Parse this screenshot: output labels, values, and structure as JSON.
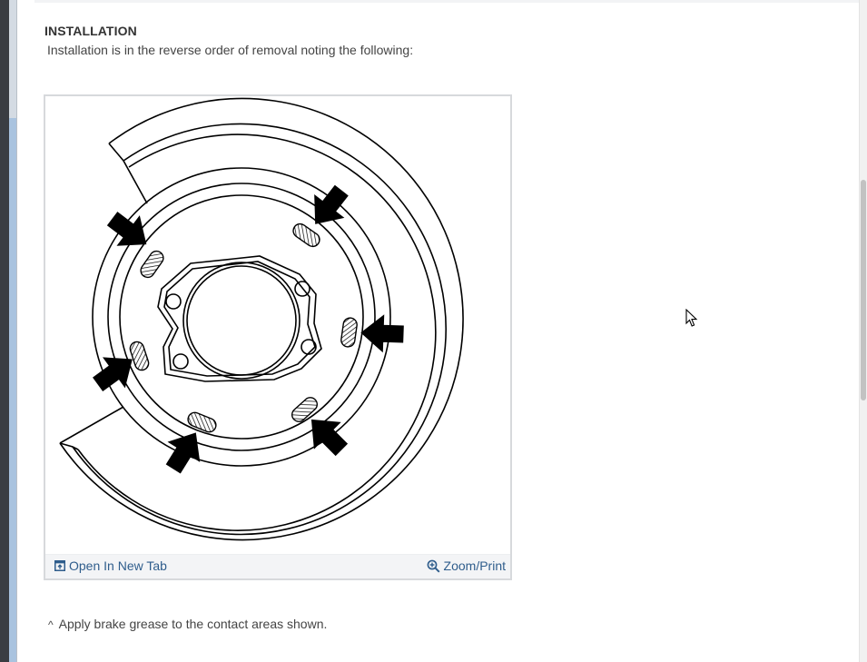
{
  "document": {
    "heading": "INSTALLATION",
    "intro": "Installation is in the reverse order of removal noting the following:",
    "note_marker": "^",
    "note": "Apply brake grease to the contact areas shown."
  },
  "figure": {
    "subject": "brake backing plate with contact-area arrows",
    "arrow_count": 6,
    "toolbar": {
      "open_label": "Open In New Tab",
      "open_icon": "open-new-tab-icon",
      "zoom_label": "Zoom/Print",
      "zoom_icon": "zoom-in-icon"
    }
  },
  "colors": {
    "link": "#2f5d8c",
    "heading": "#333333",
    "text": "#444444",
    "toolbar_bg": "#f3f4f6",
    "card_border": "#d7d9dc",
    "sidebar_blue": "#a9c3df",
    "sidebar_dark": "#3a3d42",
    "scroll_thumb": "#c2c2c2"
  }
}
